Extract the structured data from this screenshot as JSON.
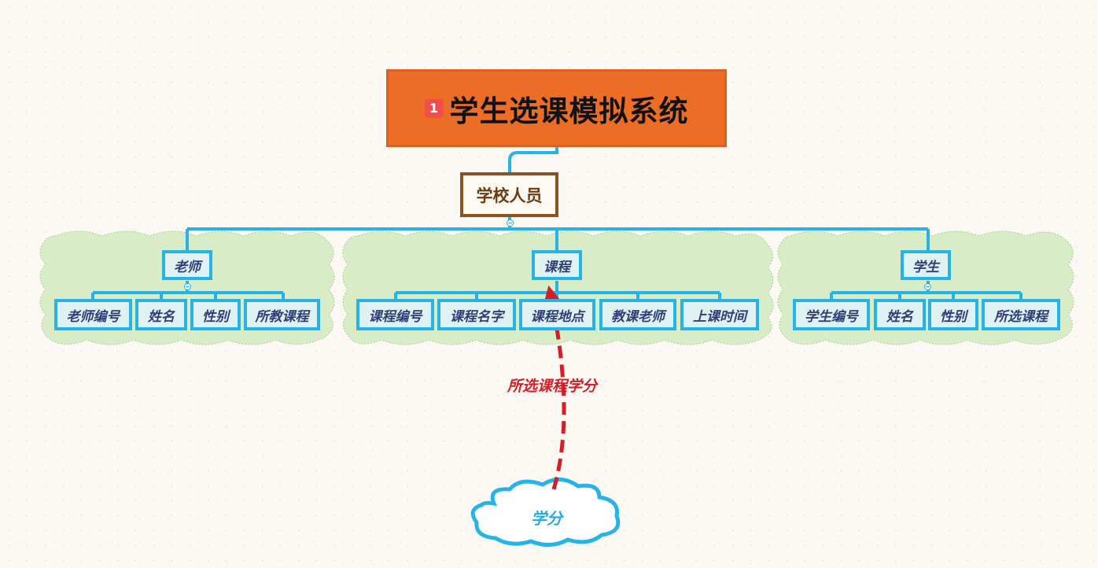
{
  "root": {
    "badge": "1",
    "title": "学生选课模拟系统"
  },
  "level1": {
    "label": "学校人员"
  },
  "branches": [
    {
      "label": "老师",
      "children": [
        "老师编号",
        "姓名",
        "性别",
        "所教课程"
      ]
    },
    {
      "label": "课程",
      "children": [
        "课程编号",
        "课程名字",
        "课程地点",
        "教课老师",
        "上课时间"
      ]
    },
    {
      "label": "学生",
      "children": [
        "学生编号",
        "姓名",
        "性别",
        "所选课程"
      ]
    }
  ],
  "floating_topic": {
    "label": "学分"
  },
  "relationship": {
    "label": "所选课程学分"
  },
  "colors": {
    "root_fill": "#ec6d26",
    "level1_border": "#8a5321",
    "connector": "#26b4e8",
    "boundary_fill": "#d9ecc8",
    "relationship_line": "#d41f26"
  }
}
